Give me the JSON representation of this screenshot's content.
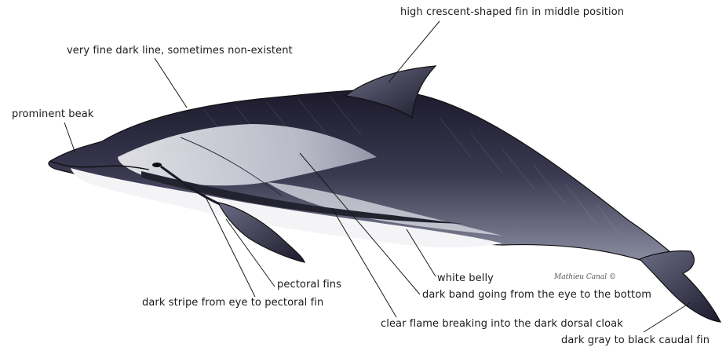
{
  "labels": {
    "dorsal_fin": "high crescent-shaped fin in middle position",
    "dark_line": "very fine dark line, sometimes non-existent",
    "beak": "prominent beak",
    "pectoral_fins": "pectoral fins",
    "dark_stripe": "dark stripe from eye to pectoral fin",
    "white_belly": "white belly",
    "dark_band": "dark band going from the eye to the bottom",
    "clear_flame": "clear flame breaking into the dark dorsal cloak",
    "caudal_fin": "dark gray to black caudal fin"
  },
  "signature": "Mathieu Canal ©",
  "colors": {
    "dorsal_dark": "#1c1a2b",
    "flank_gray": "#8d8fa3",
    "belly_white": "#f4f3f6",
    "flame_light": "#c9cad6"
  }
}
